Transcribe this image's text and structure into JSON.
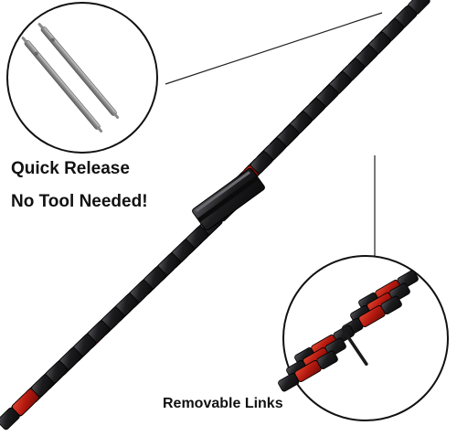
{
  "captions": {
    "quick_release": "Quick Release",
    "no_tool": "No Tool Needed!",
    "removable_links": "Removable Links"
  },
  "colors": {
    "background": "#ffffff",
    "black_link": "#1c1c1e",
    "black_link_highlight": "#4a4a4e",
    "red_link": "#b3180f",
    "red_link_highlight": "#e2452e",
    "pin_metal": "#9a9a9a",
    "callout_line": "#222222"
  },
  "icons": [
    "spring-bar-pin-icon",
    "watch-link-icon",
    "link-pin-icon"
  ]
}
